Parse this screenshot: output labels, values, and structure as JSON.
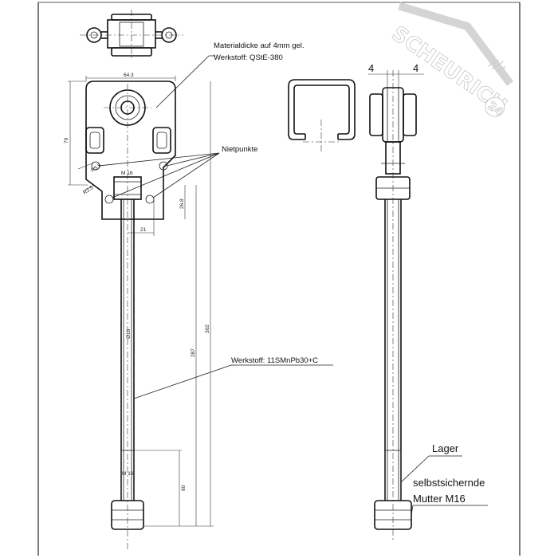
{
  "watermark": {
    "brand": "SCHEURICH",
    "suffix": "24"
  },
  "notes": {
    "material_line1": "Materialdicke auf 4mm gel.",
    "material_line2": "Werkstoff: QStE-380",
    "rivet_points": "Nietpunkte",
    "shaft_material": "Werkstoff: 11SMnPb30+C",
    "bearing": "Lager",
    "nut_line1": "selbstsichernde",
    "nut_line2": "Mutter M16"
  },
  "dimensions": {
    "plate_width": "64.3",
    "plate_height": "70",
    "radius_small": "R5.5",
    "radius_large": "R2.5",
    "thread_top": "M 16",
    "offset_21": "21",
    "height_26": "26.8",
    "shaft_dia": "Ø16",
    "length_287": "287",
    "length_302": "302",
    "thread_bottom": "M 16",
    "thread_len": "60",
    "gap_left": "4",
    "gap_right": "4"
  }
}
